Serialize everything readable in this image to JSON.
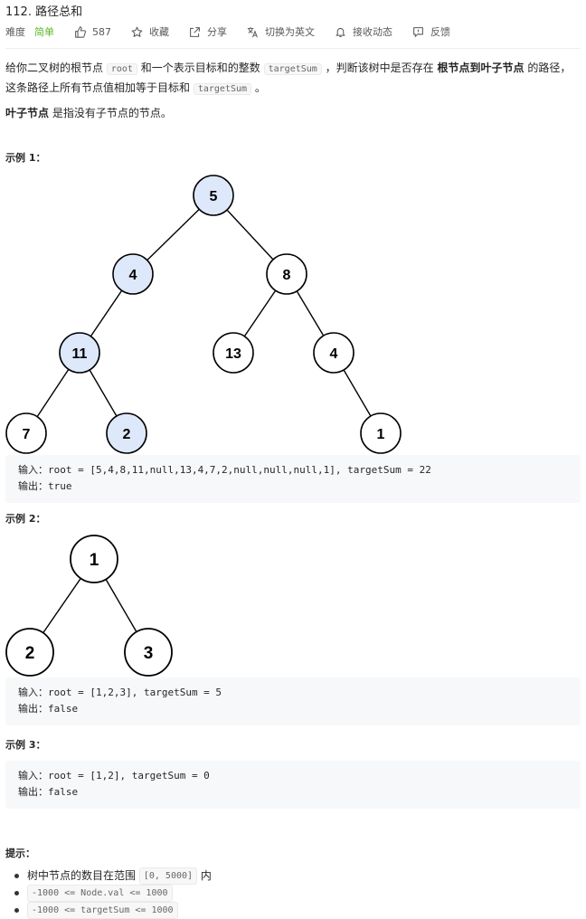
{
  "problem": {
    "title": "112. 路径总和",
    "difficulty_label": "难度",
    "difficulty": "简单",
    "likes": "587",
    "actions": {
      "favorite": "收藏",
      "share": "分享",
      "switch_lang": "切换为英文",
      "notify": "接收动态",
      "feedback": "反馈"
    }
  },
  "description": {
    "p1_a": "给你二叉树的根节点",
    "p1_code1": "root",
    "p1_b": "和一个表示目标和的整数",
    "p1_code2": "targetSum",
    "p1_c": "，判断该树中是否存在",
    "p1_bold": "根节点到叶子节点",
    "p1_d": "的路径，这条路径上所有节点值相加等于目标和",
    "p1_code3": "targetSum",
    "p1_e": "。",
    "p2_bold": "叶子节点",
    "p2_rest": "是指没有子节点的节点。"
  },
  "examples": [
    {
      "heading": "示例 1：",
      "input_label": "输入：",
      "input": "root = [5,4,8,11,null,13,4,7,2,null,null,null,1], targetSum = 22",
      "output_label": "输出：",
      "output": "true",
      "tree": {
        "nodes": [
          {
            "label": "5",
            "highlight": true
          },
          {
            "label": "4",
            "highlight": true
          },
          {
            "label": "8",
            "highlight": false
          },
          {
            "label": "11",
            "highlight": true
          },
          {
            "label": "13",
            "highlight": false
          },
          {
            "label": "4",
            "highlight": false
          },
          {
            "label": "7",
            "highlight": false
          },
          {
            "label": "2",
            "highlight": true
          },
          {
            "label": "1",
            "highlight": false
          }
        ]
      }
    },
    {
      "heading": "示例 2：",
      "input_label": "输入：",
      "input": "root = [1,2,3], targetSum = 5",
      "output_label": "输出：",
      "output": "false",
      "tree": {
        "nodes": [
          {
            "label": "1",
            "highlight": false
          },
          {
            "label": "2",
            "highlight": false
          },
          {
            "label": "3",
            "highlight": false
          }
        ]
      }
    },
    {
      "heading": "示例 3：",
      "input_label": "输入：",
      "input": "root = [1,2], targetSum = 0",
      "output_label": "输出：",
      "output": "false"
    }
  ],
  "constraints": {
    "heading": "提示：",
    "items": [
      {
        "text_a": "树中节点的数目在范围",
        "code": "[0, 5000]",
        "text_b": "内"
      },
      {
        "text_a": "",
        "code": "-1000 <= Node.val <= 1000",
        "text_b": ""
      },
      {
        "text_a": "",
        "code": "-1000 <= targetSum <= 1000",
        "text_b": ""
      }
    ]
  },
  "colors": {
    "highlight_fill": "#dde8fa",
    "node_fill": "#ffffff",
    "stroke": "#000000",
    "difficulty_easy": "#5ab726"
  }
}
